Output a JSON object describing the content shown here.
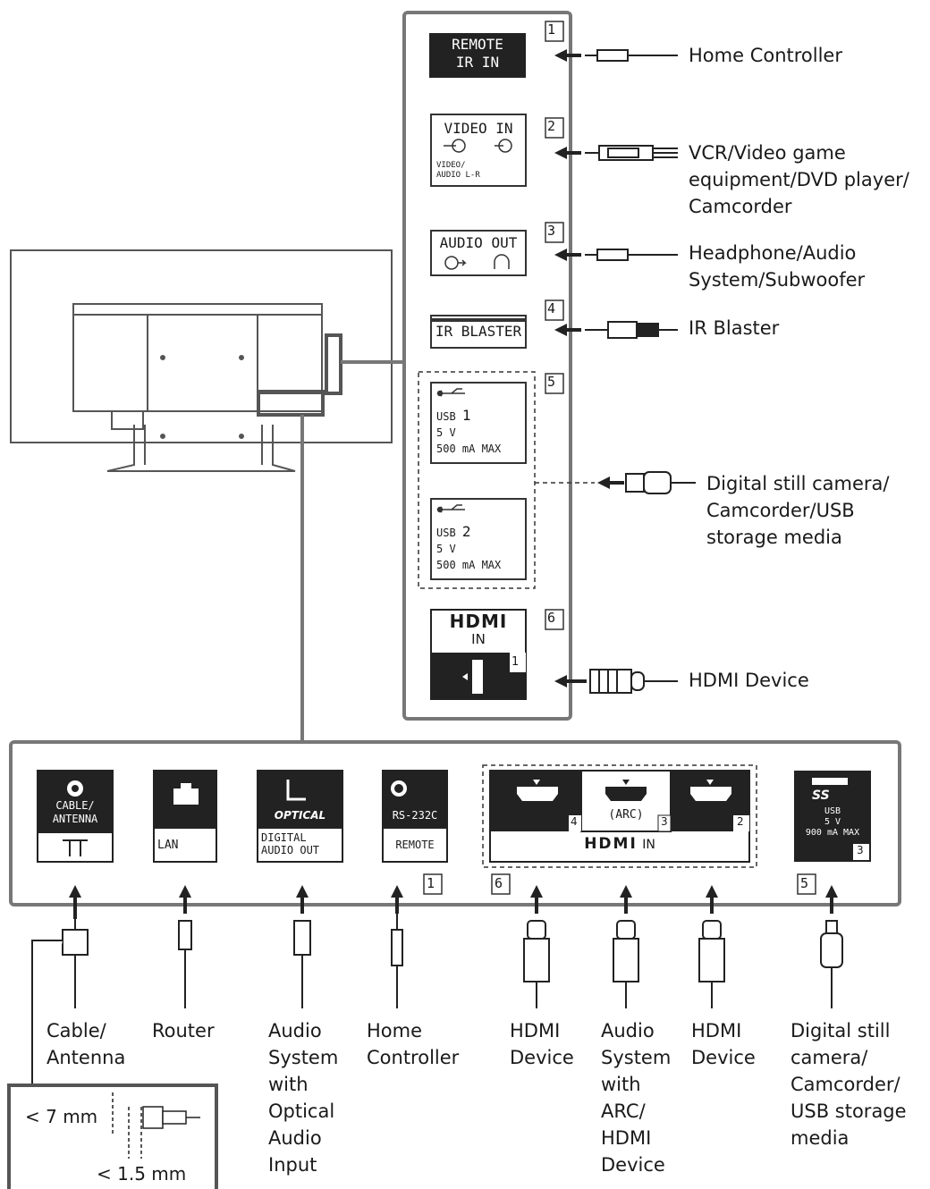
{
  "side_panel": {
    "remote_ir_in": {
      "line1": "REMOTE",
      "line2": "IR IN",
      "num": "1"
    },
    "video_in": {
      "line1": "VIDEO IN",
      "line2": "VIDEO/",
      "line3": "AUDIO L-R",
      "num": "2"
    },
    "audio_out": {
      "line1": "AUDIO OUT",
      "num": "3"
    },
    "ir_blaster": {
      "label": "IR BLASTER",
      "num": "4"
    },
    "usb1": {
      "label": "USB",
      "number": "1",
      "volt": "5 V",
      "amp": "500 mA MAX"
    },
    "usb2": {
      "label": "USB",
      "number": "2",
      "volt": "5 V",
      "amp": "500 mA MAX"
    },
    "usb_group_num": "5",
    "hdmi_in": {
      "logo": "HDMI",
      "in": "IN",
      "port": "1",
      "num": "6"
    }
  },
  "side_labels": {
    "home_controller": "Home Controller",
    "vcr": "VCR/Video game\nequipment/DVD player/\nCamcorder",
    "headphone": "Headphone/Audio\nSystem/Subwoofer",
    "ir_blaster": "IR Blaster",
    "digital_camera": "Digital still camera/\nCamcorder/USB\nstorage media",
    "hdmi_device": "HDMI Device"
  },
  "bottom_panel": {
    "cable": {
      "line1": "CABLE/",
      "line2": "ANTENNA"
    },
    "lan": {
      "label": "LAN"
    },
    "optical": {
      "logo": "OPTICAL",
      "line1": "DIGITAL",
      "line2": "AUDIO OUT"
    },
    "rs232c": {
      "line1": "RS-232C",
      "line2": "REMOTE",
      "num": "1"
    },
    "hdmi": {
      "port4": "4",
      "arc": "(ARC)",
      "port3": "3",
      "port2": "2",
      "logo": "HDMI",
      "in": "IN",
      "num": "6"
    },
    "usb3": {
      "ss": "SS",
      "usb": "USB",
      "volt": "5 V",
      "amp": "900 mA MAX",
      "port": "3",
      "num": "5"
    }
  },
  "bottom_labels": {
    "cable": "Cable/\nAntenna",
    "router": "Router",
    "audio_optical": "Audio\nSystem\nwith\nOptical\nAudio\nInput",
    "home_controller": "Home\nController",
    "hdmi_device1": "HDMI\nDevice",
    "audio_arc": "Audio\nSystem\nwith\nARC/\nHDMI\nDevice",
    "hdmi_device2": "HDMI\nDevice",
    "digital_camera": "Digital still\ncamera/\nCamcorder/\nUSB storage\nmedia"
  },
  "cable_inset": {
    "dim1": "< 7 mm",
    "dim2": "< 1.5 mm"
  }
}
